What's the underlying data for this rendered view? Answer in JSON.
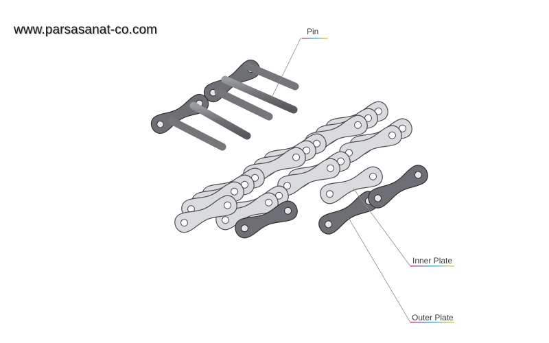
{
  "watermark": "www.parsasanat-co.com",
  "labels": {
    "pin": "Pin",
    "inner_plate": "Inner Plate",
    "outer_plate": "Outer Plate"
  },
  "colors": {
    "outer_plate": "#6b6d72",
    "inner_plate": "#d8d9dc",
    "pin": "#7a7c80",
    "leader": "#8a8a8a",
    "accent_underline": [
      "#f23b8c",
      "#36c0e8",
      "#f4d23a"
    ]
  }
}
